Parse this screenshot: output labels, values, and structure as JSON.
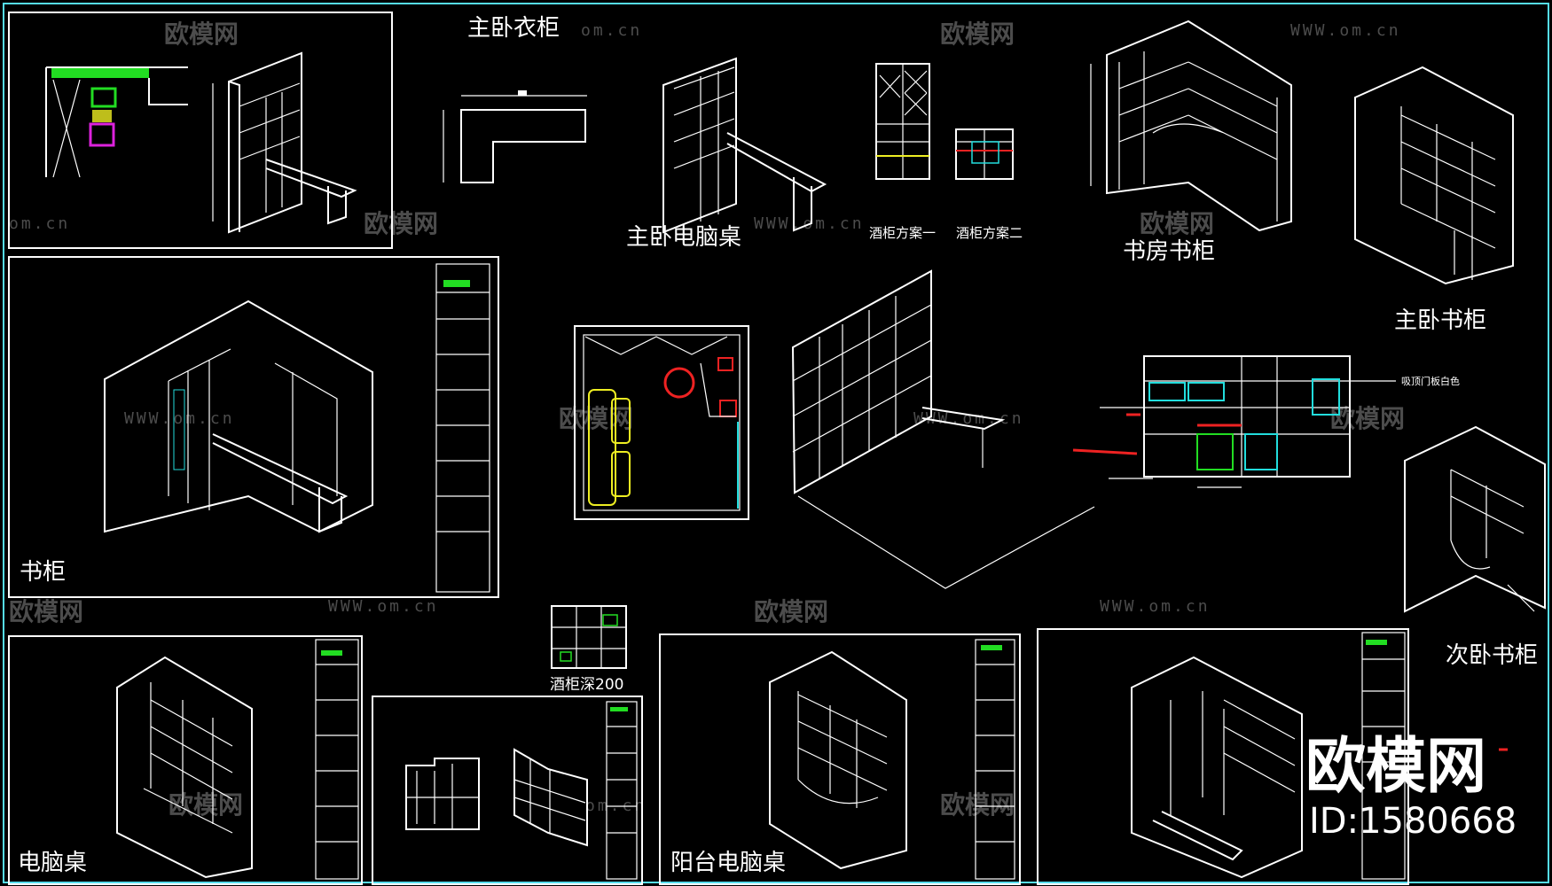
{
  "labels": {
    "master_wardrobe": "主卧衣柜",
    "master_computer_desk": "主卧电脑桌",
    "wine_plan_1": "酒柜方案一",
    "wine_plan_2": "酒柜方案二",
    "study_bookcase": "书房书柜",
    "master_bookcase": "主卧书柜",
    "bookcase": "书柜",
    "wine_depth": "酒柜深200",
    "second_bookcase": "次卧书柜",
    "computer_desk": "电脑桌",
    "balcony_desk": "阳台电脑桌",
    "annot_note": "吸顶门板白色"
  },
  "watermark": {
    "name": "欧模网",
    "url": "WWW.om.cn",
    "url_cut": "om.cn",
    "url_tail": "om.cn"
  },
  "brand": {
    "name": "欧模网",
    "id": "ID:1580668"
  },
  "colors": {
    "background": "#000000",
    "line": "#ffffff",
    "frame": "#55ddee",
    "green": "#22dd22",
    "yellow": "#eeee22",
    "red": "#ee2222",
    "magenta": "#dd22dd",
    "cyan": "#22dddd"
  }
}
